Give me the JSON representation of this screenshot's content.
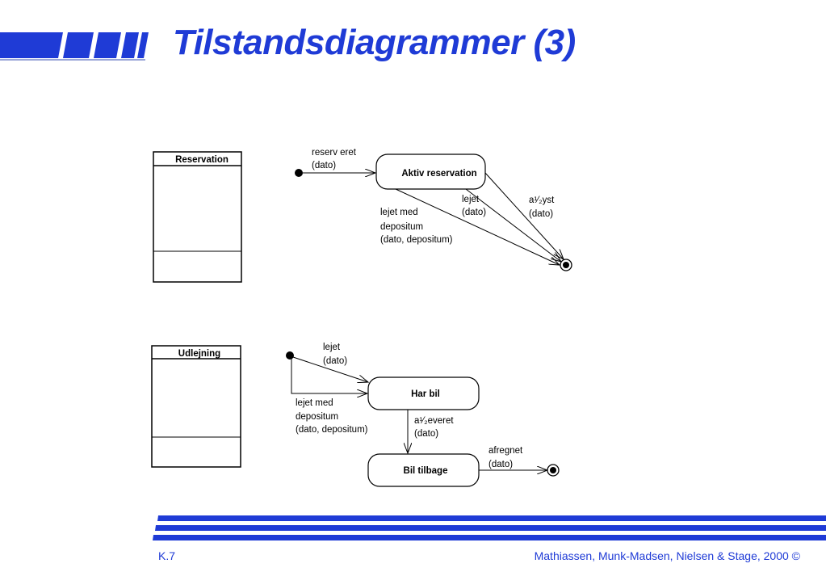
{
  "slide": {
    "title": "Tilstandsdiagrammer (3)",
    "page_number": "K.7",
    "credit": "Mathiassen, Munk-Madsen, Nielsen & Stage, 2000 ©",
    "accent_color": "#1f3bd6"
  },
  "reservation": {
    "class_name": "Reservation",
    "state_active": "Aktiv reservation",
    "t_reserved_1": "reserv eret",
    "t_reserved_2": "(dato)",
    "t_rented_1": "lejet",
    "t_rented_2": "(dato)",
    "t_deposit_1": "lejet med",
    "t_deposit_2": "depositum",
    "t_deposit_3": "(dato, depositum)",
    "t_cancel_1": "a¹⁄₂yst",
    "t_cancel_2": "(dato)"
  },
  "rental": {
    "class_name": "Udlejning",
    "state_has_car": "Har bil",
    "state_car_back": "Bil tilbage",
    "t_rented_1": "lejet",
    "t_rented_2": "(dato)",
    "t_deposit_1": "lejet med",
    "t_deposit_2": "depositum",
    "t_deposit_3": "(dato, depositum)",
    "t_returned_1": "a¹⁄₂everet",
    "t_returned_2": "(dato)",
    "t_settled_1": "afregnet",
    "t_settled_2": "(dato)"
  }
}
